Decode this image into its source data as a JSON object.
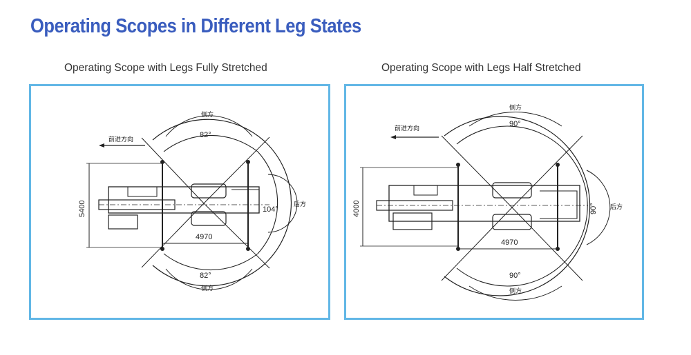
{
  "title": "Operating Scopes in Different Leg States",
  "panels": [
    {
      "caption": "Operating Scope with Legs Fully Stretched",
      "direction_label": "前进方向",
      "angle_top": "82°",
      "angle_right": "104°",
      "angle_bottom": "82°",
      "width_dim": "5400",
      "length_dim": "4970",
      "side_top": "侧方",
      "side_right": "后方",
      "side_bottom": "侧方"
    },
    {
      "caption": "Operating Scope with Legs Half Stretched",
      "direction_label": "前进方向",
      "angle_top": "90°",
      "angle_right": "90°",
      "angle_bottom": "90°",
      "width_dim": "4000",
      "length_dim": "4970",
      "side_top": "侧方",
      "side_right": "后方",
      "side_bottom": "侧方"
    }
  ]
}
